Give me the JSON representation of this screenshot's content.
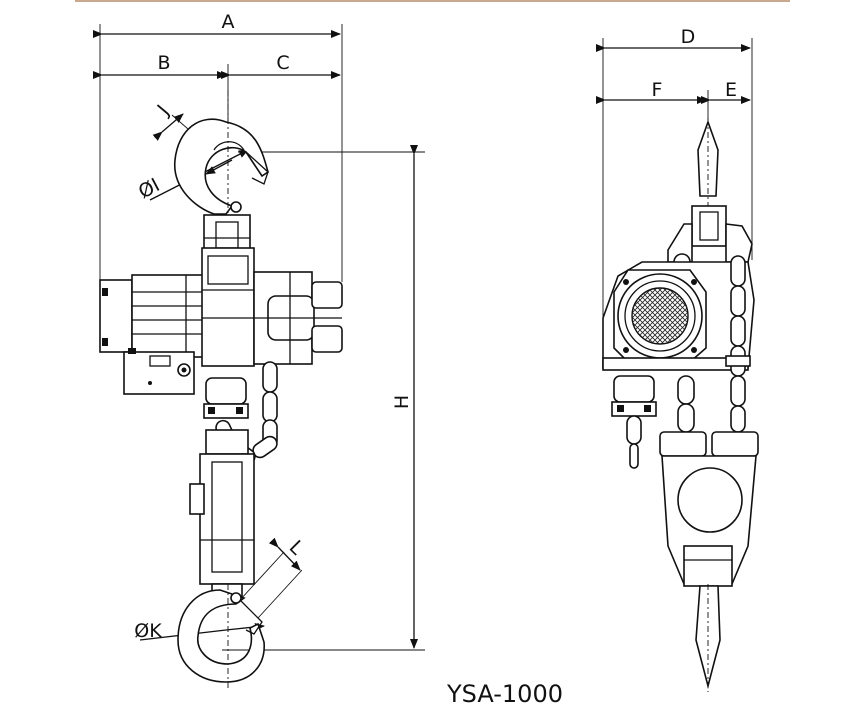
{
  "dimensions": {
    "A": "A",
    "B": "B",
    "C": "C",
    "D": "D",
    "E": "E",
    "F": "F",
    "H": "H",
    "I": "ØI",
    "J": "J",
    "K": "ØK",
    "L": "L"
  },
  "model": "YSA-1000",
  "colors": {
    "top_rule": "#c8a98f",
    "line": "#111111"
  }
}
